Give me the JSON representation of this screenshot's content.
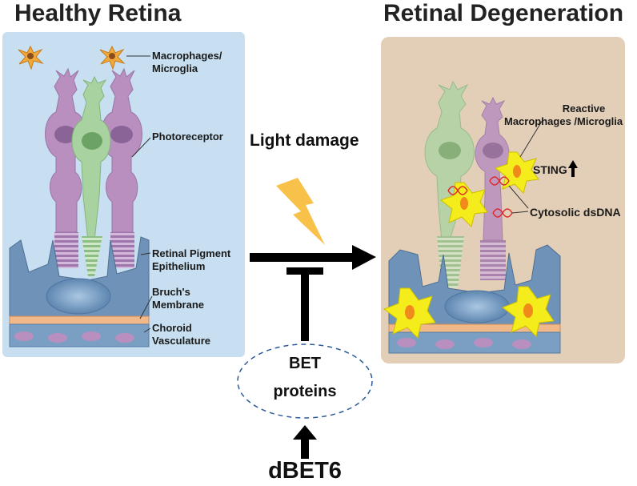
{
  "titles": {
    "healthy": "Healthy Retina",
    "degeneration": "Retinal Degeneration"
  },
  "healthy_labels": {
    "macrophages_line1": "Macrophages/",
    "macrophages_line2": "Microglia",
    "photoreceptor": "Photoreceptor",
    "rpe_line1": "Retinal Pigment",
    "rpe_line2": "Epithelium",
    "bruch_line1": "Bruch's",
    "bruch_line2": "Membrane",
    "choroid_line1": "Choroid",
    "choroid_line2": "Vasculature"
  },
  "degeneration_labels": {
    "reactive_line1": "Reactive",
    "reactive_line2": "Macrophages /Microglia",
    "sting": "STING",
    "cytosolic": "Cytosolic dsDNA"
  },
  "center": {
    "light_damage": "Light damage",
    "bet_line1": "BET",
    "bet_line2": "proteins",
    "dbet6": "dBET6"
  },
  "colors": {
    "healthy_bg": "#c7dff0",
    "degeneration_bg": "#e3cfb8",
    "photoreceptor_purple": "#b98fc0",
    "photoreceptor_green": "#a8d3a0",
    "rpe_blue": "#6f93b8",
    "bruch_orange": "#f1b98a",
    "choroid_blue": "#7b9fc2",
    "macrophage_yellow": "#f5ec1c",
    "lightning": "#f7c14a"
  }
}
